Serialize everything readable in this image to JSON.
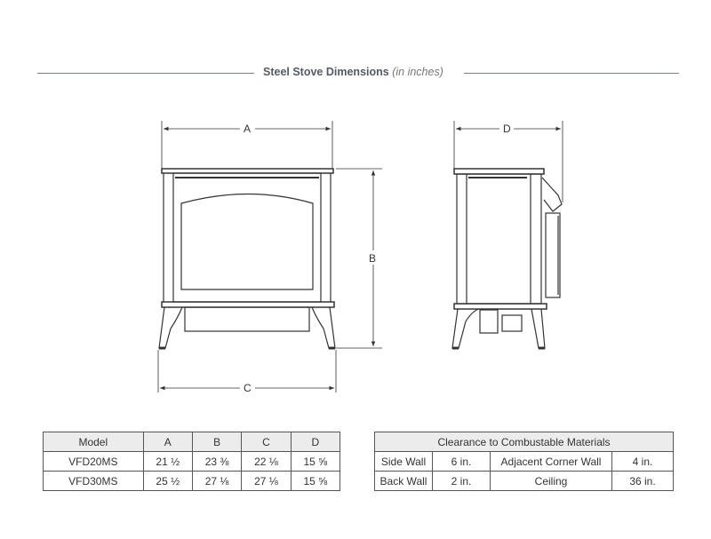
{
  "header": {
    "title": "Steel Stove Dimensions",
    "subtitle": "(in inches)"
  },
  "diagram": {
    "front_view": {
      "labels": {
        "width_top": "A",
        "height": "B",
        "width_base": "C"
      }
    },
    "side_view": {
      "labels": {
        "depth": "D"
      }
    }
  },
  "dimensions_table": {
    "headers": [
      "Model",
      "A",
      "B",
      "C",
      "D"
    ],
    "rows": [
      [
        "VFD20MS",
        "21 ½",
        "23 ⅜",
        "22 ⅛",
        "15 ⅝"
      ],
      [
        "VFD30MS",
        "25 ½",
        "27 ⅛",
        "27 ⅛",
        "15 ⅝"
      ]
    ]
  },
  "clearance_table": {
    "title": "Clearance to Combustable Materials",
    "rows": [
      [
        "Side Wall",
        "6 in.",
        "Adjacent Corner Wall",
        "4 in."
      ],
      [
        "Back Wall",
        "2 in.",
        "Ceiling",
        "36 in."
      ]
    ]
  }
}
